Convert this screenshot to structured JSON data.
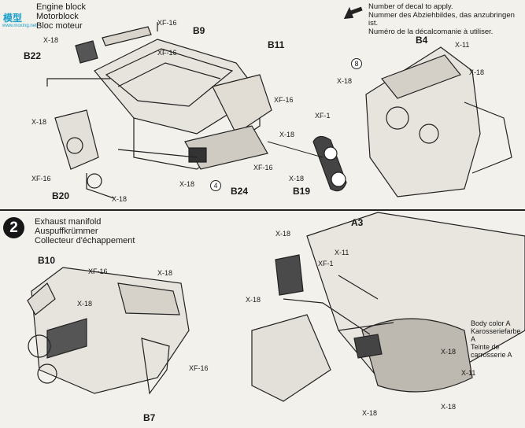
{
  "watermark": {
    "glyphs": "模型",
    "domain": "www.moxing.net"
  },
  "step1": {
    "title_lines": [
      "Engine block",
      "Motorblock",
      "Bloc moteur"
    ]
  },
  "legend": {
    "lines": [
      "Number of decal to apply.",
      "Nummer des Abziehbildes, das anzubringen ist.",
      "Numéro de la décalcomanie à utiliser."
    ]
  },
  "step2": {
    "number": "2",
    "title_lines": [
      "Exhaust manifold",
      "Auspuffkrümmer",
      "Collecteur d'échappement"
    ]
  },
  "parts": {
    "b9": "B9",
    "b11": "B11",
    "b22": "B22",
    "b20": "B20",
    "b24": "B24",
    "b4": "B4",
    "b19": "B19",
    "b10": "B10",
    "b7": "B7",
    "a3": "A3"
  },
  "hardware": {
    "x18": "X-18",
    "xf16": "XF-16",
    "x11": "X-11",
    "xf1": "XF-1"
  },
  "decals": {
    "d4": "4",
    "d8": "8"
  },
  "body_color_lines": [
    "Body color A",
    "Karosseriefarbe A",
    "Teinte de",
    "carrosserie A"
  ]
}
